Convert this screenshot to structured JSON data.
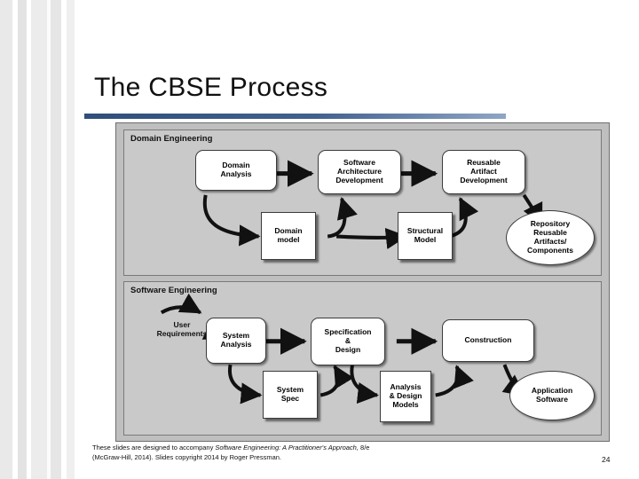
{
  "slide": {
    "title": "The CBSE Process",
    "page_number": "24",
    "footer_line1_pre": "These slides are designed to accompany ",
    "footer_line1_italic": "Software Engineering: A Practitioner's Approach,",
    "footer_line1_post": " 8/e",
    "footer_line2": "(McGraw-Hill, 2014). Slides copyright 2014 by Roger Pressman."
  },
  "diagram": {
    "panels": [
      {
        "label": "Domain Engineering"
      },
      {
        "label": "Software Engineering"
      }
    ],
    "domain_engineering": {
      "boxes": [
        {
          "id": "domain-analysis",
          "label": "Domain\nAnalysis",
          "shape": "round"
        },
        {
          "id": "software-architecture-development",
          "label": "Software\nArchitecture\nDevelopment",
          "shape": "round"
        },
        {
          "id": "reusable-artifact-development",
          "label": "Reusable\nArtifact\nDevelopment",
          "shape": "round"
        },
        {
          "id": "domain-model",
          "label": "Domain\nmodel",
          "shape": "document"
        },
        {
          "id": "structural-model",
          "label": "Structural\nModel",
          "shape": "document"
        },
        {
          "id": "repository",
          "label": "Repository\nReusable\nArtifacts/\nComponents",
          "shape": "oval"
        }
      ]
    },
    "software_engineering": {
      "boxes": [
        {
          "id": "user-requirements",
          "label": "User\nRequirements",
          "shape": "text"
        },
        {
          "id": "system-analysis",
          "label": "System\nAnalysis",
          "shape": "round"
        },
        {
          "id": "specification-design",
          "label": "Specification\n&\nDesign",
          "shape": "round"
        },
        {
          "id": "construction",
          "label": "Construction",
          "shape": "round"
        },
        {
          "id": "system-spec",
          "label": "System\nSpec",
          "shape": "document"
        },
        {
          "id": "analysis-design-models",
          "label": "Analysis\n& Design\nModels",
          "shape": "document-stack"
        },
        {
          "id": "application-software",
          "label": "Application\nSoftware",
          "shape": "oval"
        }
      ]
    }
  },
  "colors": {
    "title_rule_dark": "#2f4f7a",
    "frame_gray": "#bfbfbf",
    "panel_gray": "#c9c9c9",
    "box_white": "#ffffff",
    "outline": "#3b3b3b"
  }
}
